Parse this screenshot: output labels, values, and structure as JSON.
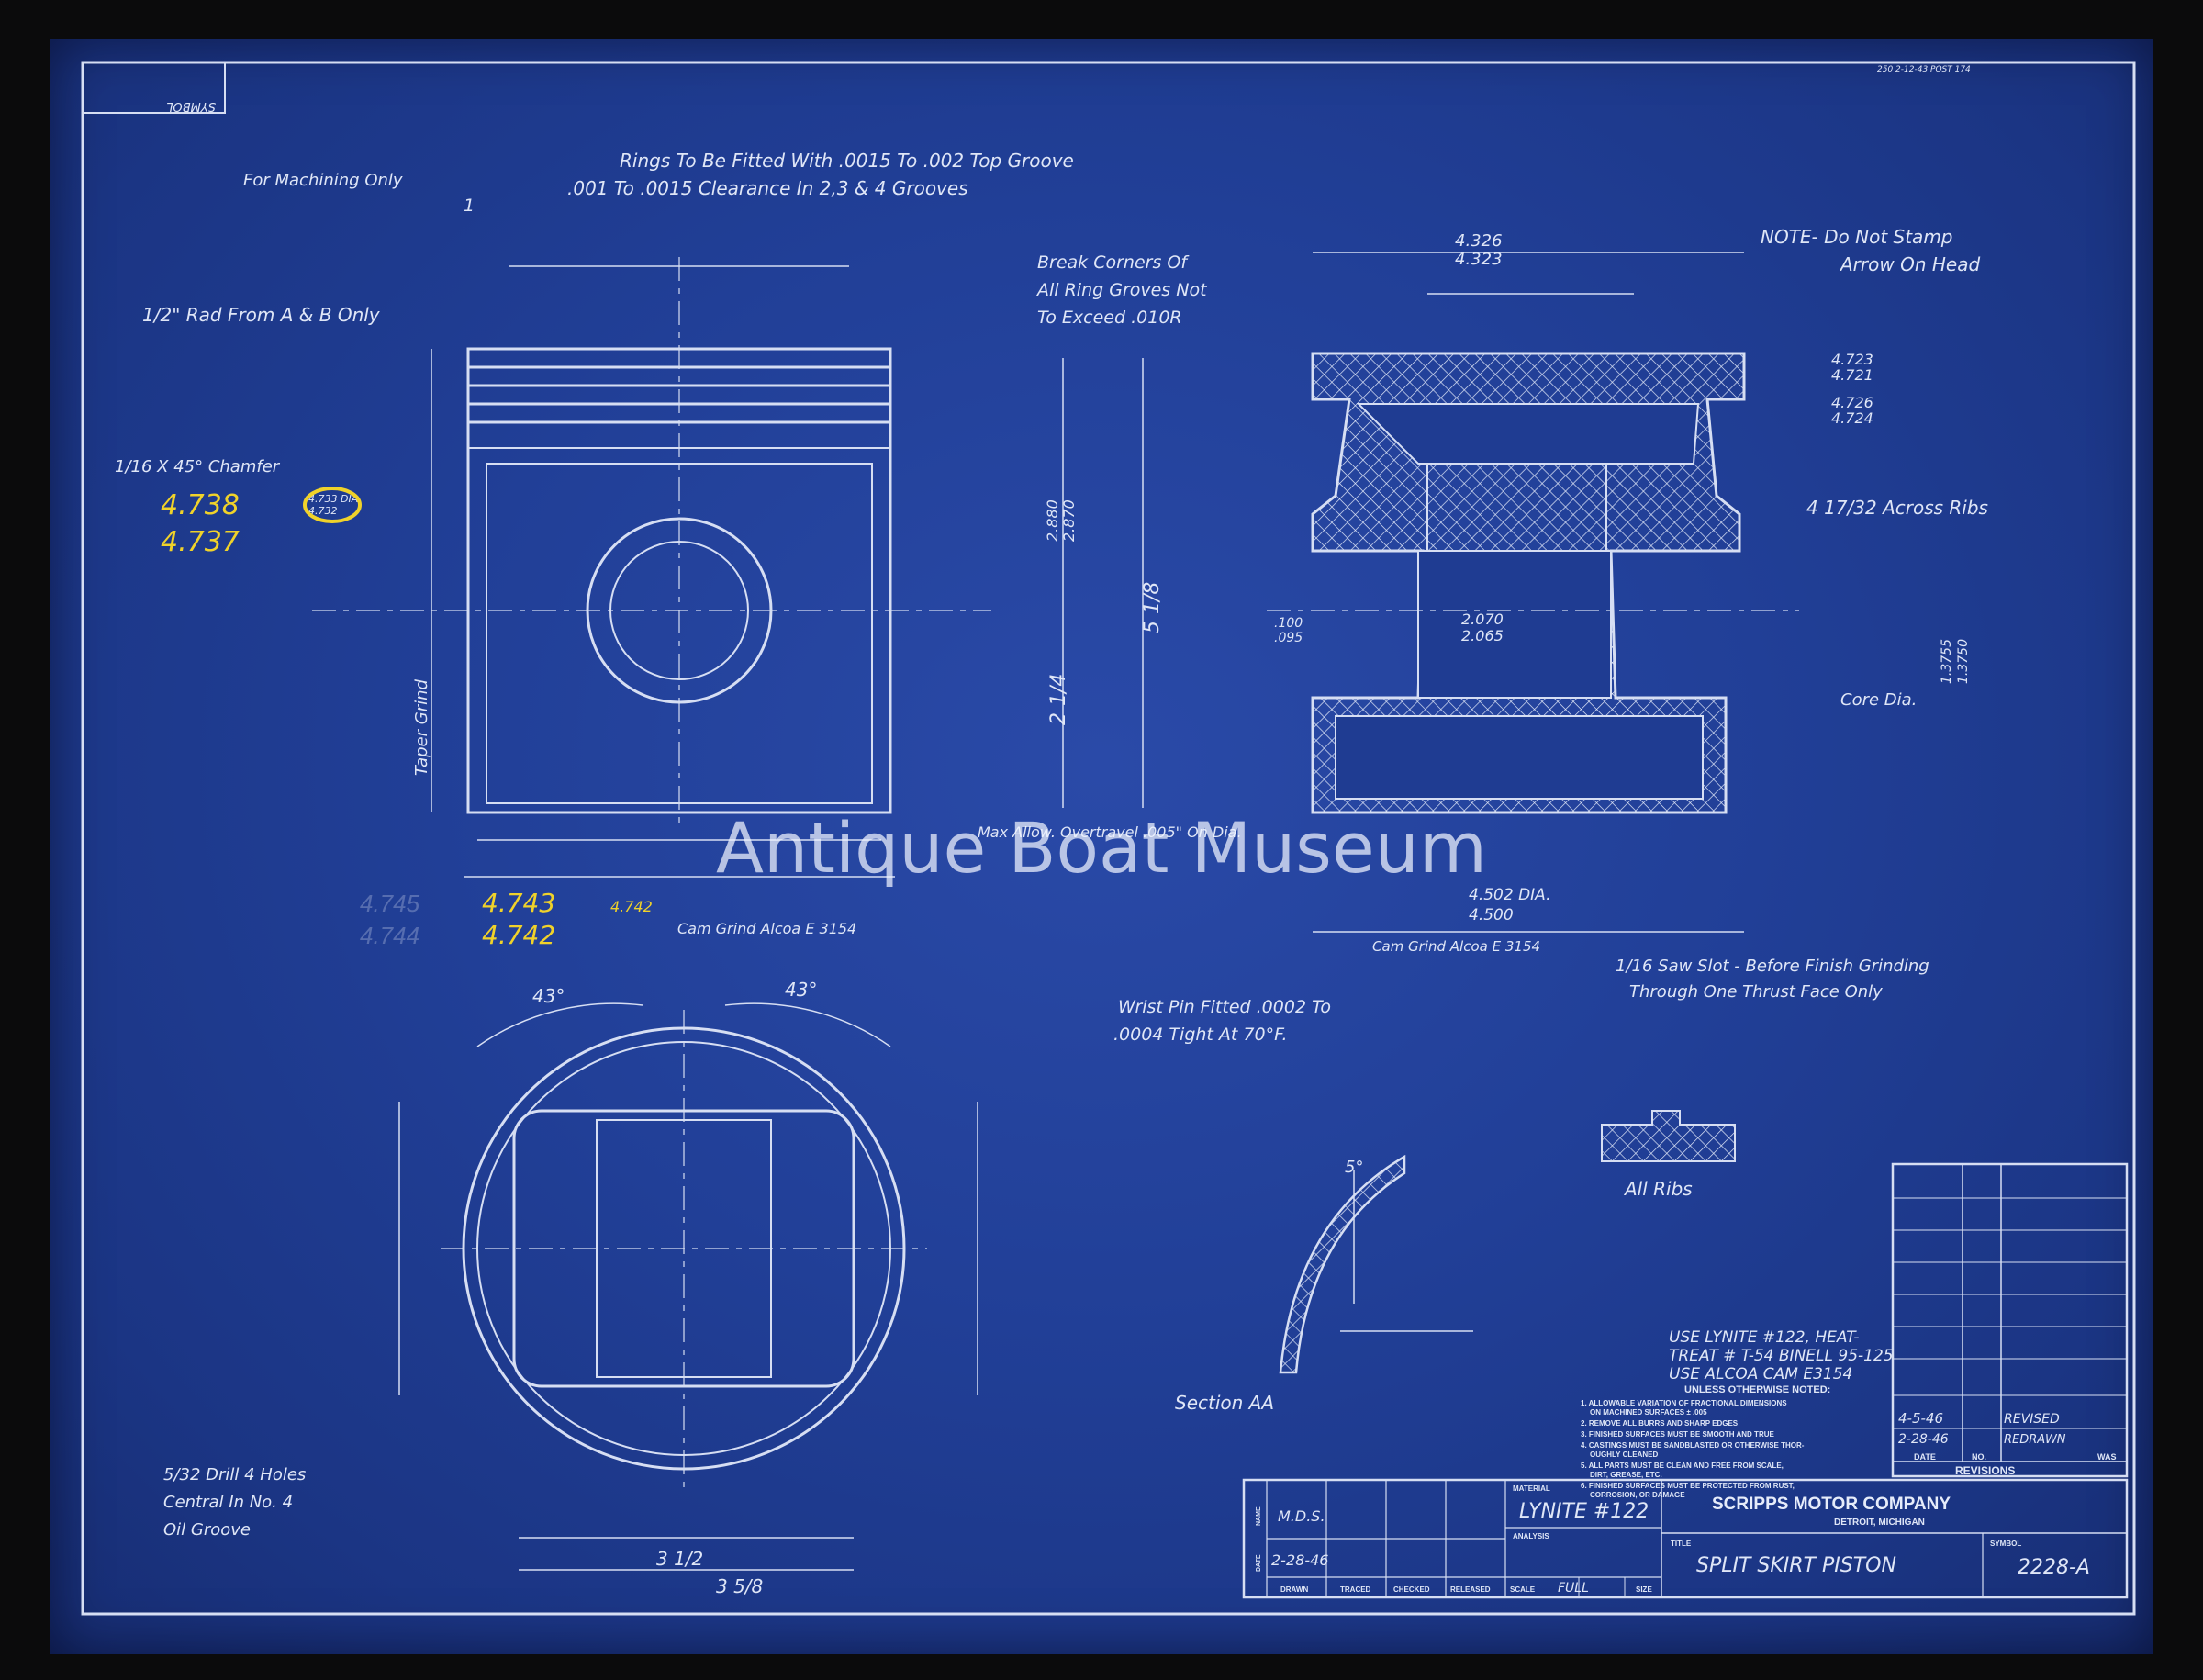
{
  "sheet": {
    "symbol_corner": "SYMBOL",
    "stamp": "250   2-12-43   POST 174",
    "background_color": "#213f97",
    "line_color": "#d6def3"
  },
  "watermark": "Antique Boat Museum",
  "notes": {
    "rings_line1": "Rings To Be Fitted With .0015 To .002 Top Groove",
    "rings_line2": ".001 To .0015 Clearance In 2,3 & 4 Grooves",
    "for_machining": "For Machining Only",
    "radius": "1/2\" Rad From A & B Only",
    "break_corners_1": "Break Corners Of",
    "break_corners_2": "All Ring Groves Not",
    "break_corners_3": "To Exceed .010R",
    "chamfer": "1/16 X 45° Chamfer",
    "taper_grind": "Taper Grind",
    "do_not_stamp_1": "NOTE- Do Not Stamp",
    "do_not_stamp_2": "Arrow On Head",
    "across_ribs": "4 17/32 Across Ribs",
    "core_dia": "Core Dia.",
    "max_allow": "Max Allow. Overtravel .005\" On Dia.",
    "cam_grind_left": "Cam Grind Alcoa E 3154",
    "cam_grind_right": "Cam Grind Alcoa E 3154",
    "saw_slot_1": "1/16 Saw Slot - Before Finish Grinding",
    "saw_slot_2": "Through One Thrust Face Only",
    "wrist_pin_1": "Wrist Pin Fitted .0002 To",
    "wrist_pin_2": ".0004 Tight At 70°F.",
    "all_ribs": "All Ribs",
    "section_aa": "Section AA",
    "drill_1": "5/32 Drill 4 Holes",
    "drill_2": "Central In No. 4",
    "drill_3": "Oil Groove"
  },
  "material": {
    "line1": "USE LYNITE #122, HEAT-",
    "line2": "TREAT # T-54 BINELL 95-125",
    "line3": "USE ALCOA CAM E3154"
  },
  "general_notes": {
    "heading": "UNLESS OTHERWISE NOTED:",
    "items": [
      "1. ALLOWABLE VARIATION OF FRACTIONAL DIMENSIONS",
      "ON MACHINED SURFACES ± .005",
      "2. REMOVE ALL BURRS AND SHARP EDGES",
      "3. FINISHED SURFACES MUST BE SMOOTH AND TRUE",
      "4. CASTINGS MUST BE SANDBLASTED OR OTHERWISE THOR-",
      "OUGHLY CLEANED",
      "5. ALL PARTS MUST BE CLEAN AND FREE FROM SCALE,",
      "DIRT, GREASE, ETC.",
      "6. FINISHED SURFACES MUST BE PROTECTED FROM RUST,",
      "CORROSION, OR DAMAGE"
    ]
  },
  "revisions": {
    "heading": "REVISIONS",
    "col_date": "DATE",
    "col_no": "NO.",
    "col_was": "WAS",
    "rows": [
      {
        "date": "4-5-46",
        "text": "REVISED"
      },
      {
        "date": "2-28-46",
        "text": "REDRAWN"
      }
    ]
  },
  "title_block": {
    "name_label": "NAME",
    "date_label": "DATE",
    "drawn_by": "M.D.S.",
    "date": "2-28-46",
    "col_drawn": "DRAWN",
    "col_traced": "TRACED",
    "col_checked": "CHECKED",
    "col_released": "RELEASED",
    "material_label": "MATERIAL",
    "material": "LYNITE #122",
    "analysis_label": "ANALYSIS",
    "scale_label": "SCALE",
    "scale": "FULL",
    "size_label": "SIZE",
    "company": "SCRIPPS MOTOR COMPANY",
    "location": "DETROIT, MICHIGAN",
    "title_label": "TITLE",
    "title": "SPLIT SKIRT PISTON",
    "symbol_label": "SYMBOL",
    "symbol": "2228-A"
  },
  "dimensions": {
    "overall_height": "5 1/8",
    "lower_height": "2 1/4",
    "upper_height_1": "2.880",
    "upper_height_2": "2.870",
    "head_dia_1": "4.326",
    "head_dia_2": "4.323",
    "land_1": "4.723",
    "land_2": "4.721",
    "land_3": "4.726",
    "land_4": "4.724",
    "pin_bore_1": "2.070",
    "pin_bore_2": "2.065",
    "skirt_1": ".100",
    "skirt_2": ".095",
    "skirt_dia_1": "4.502 DIA.",
    "skirt_dia_2": "4.500",
    "core_1": "1.3755",
    "core_2": "1.3750",
    "ring_dia_1": "4.733 DIA",
    "ring_dia_2": "4.732",
    "plan_inner": "3 1/2",
    "plan_outer": "3 5/8",
    "angle_left": "43°",
    "angle_right": "43°",
    "section_angle": "5°"
  },
  "handwritten": {
    "color": "#f0d22a",
    "dia_1": "4.738",
    "dia_2": "4.737",
    "bottom_1": "4.743",
    "bottom_2": "4.742",
    "bottom_3": "4.742",
    "faint_1": "4.745",
    "faint_2": "4.744"
  }
}
